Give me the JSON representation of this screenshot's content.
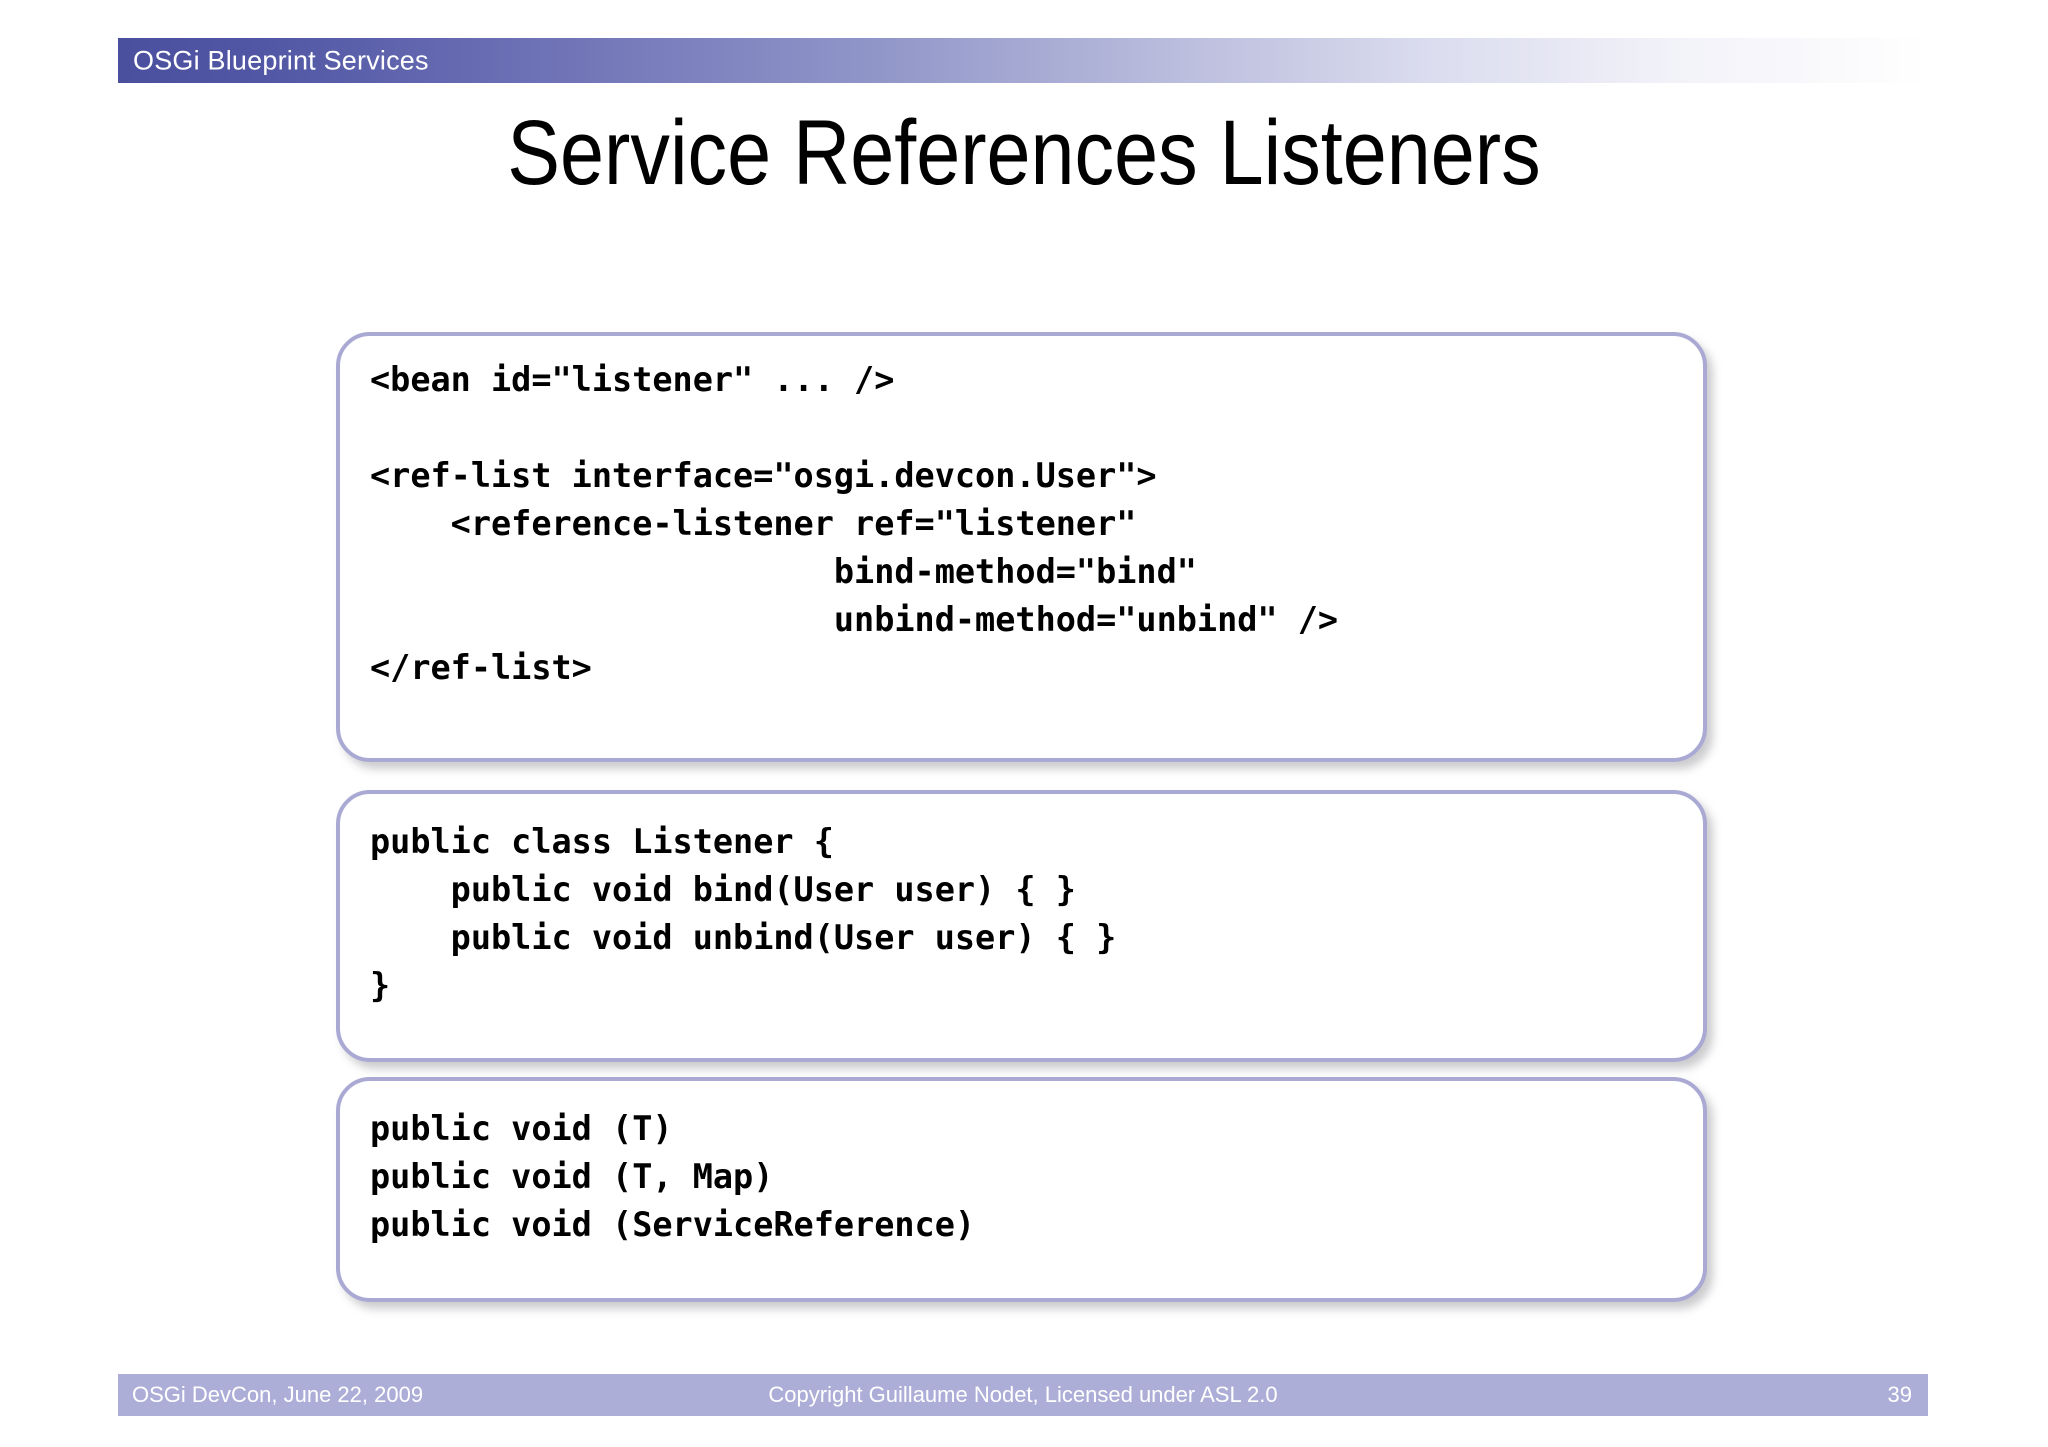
{
  "header": {
    "title": "OSGi Blueprint Services",
    "gradient_start": "#4a4f9e",
    "gradient_end": "#ffffff"
  },
  "slide": {
    "title": "Service References Listeners"
  },
  "code_boxes": [
    {
      "id": "blueprint-xml",
      "language": "xml",
      "border_color": "#a9a9d4",
      "code": "<bean id=\"listener\" ... />\n\n<ref-list interface=\"osgi.devcon.User\">\n    <reference-listener ref=\"listener\"\n                       bind-method=\"bind\"\n                       unbind-method=\"unbind\" />\n</ref-list>",
      "lines": [
        "<bean id=\"listener\" ... />",
        "",
        "<ref-list interface=\"osgi.devcon.User\">",
        "    <reference-listener ref=\"listener\"",
        "                       bind-method=\"bind\"",
        "                       unbind-method=\"unbind\" />",
        "</ref-list>"
      ]
    },
    {
      "id": "listener-class",
      "language": "java",
      "border_color": "#a9a9d4",
      "code": "public class Listener {\n    public void bind(User user) { }\n    public void unbind(User user) { }\n}",
      "lines": [
        "public class Listener {",
        "    public void bind(User user) { }",
        "    public void unbind(User user) { }",
        "}"
      ]
    },
    {
      "id": "callback-signatures",
      "language": "java",
      "border_color": "#a9a9d4",
      "code": "public void (T)\npublic void (T, Map)\npublic void (ServiceReference)",
      "lines": [
        "public void (T)",
        "public void (T, Map)",
        "public void (ServiceReference)"
      ]
    }
  ],
  "footer": {
    "left": "OSGi DevCon, June 22, 2009",
    "center": "Copyright Guillaume Nodet, Licensed under ASL 2.0",
    "page_number": "39",
    "background": "#adaed7"
  }
}
